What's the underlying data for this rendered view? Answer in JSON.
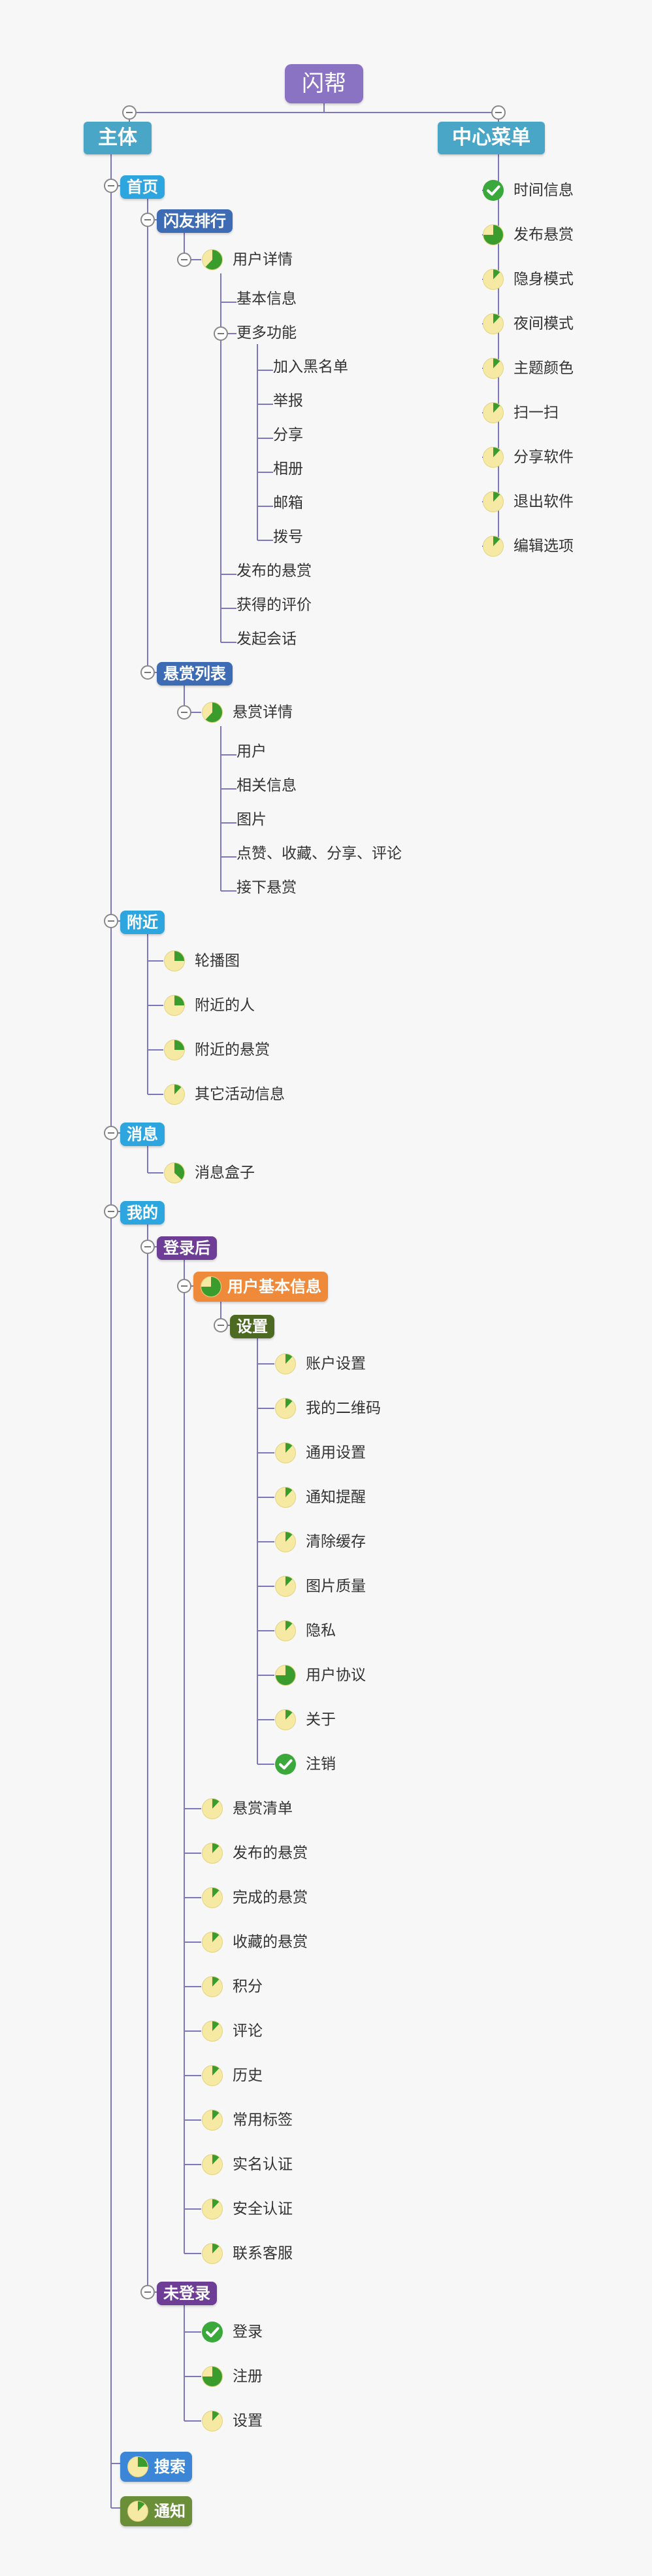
{
  "root": "闪帮",
  "main": {
    "label": "主体"
  },
  "center_menu": {
    "label": "中心菜单",
    "items": [
      {
        "label": "时间信息",
        "icon": "check-icon"
      },
      {
        "label": "发布悬赏",
        "icon": "progress-75-icon"
      },
      {
        "label": "隐身模式",
        "icon": "progress-12-icon"
      },
      {
        "label": "夜间模式",
        "icon": "progress-12-icon"
      },
      {
        "label": "主题颜色",
        "icon": "progress-12-icon"
      },
      {
        "label": "扫一扫",
        "icon": "progress-12-icon"
      },
      {
        "label": "分享软件",
        "icon": "progress-12-icon"
      },
      {
        "label": "退出软件",
        "icon": "progress-12-icon"
      },
      {
        "label": "编辑选项",
        "icon": "progress-12-icon"
      }
    ]
  },
  "home": {
    "label": "首页",
    "friends_rank": {
      "label": "闪友排行",
      "user_detail": {
        "label": "用户详情",
        "icon": "progress-62-icon",
        "basic": "基本信息",
        "more": "更多功能",
        "more_items": [
          "加入黑名单",
          "举报",
          "分享",
          "相册",
          "邮箱",
          "拨号"
        ],
        "posted": "发布的悬赏",
        "reviews": "获得的评价",
        "chat": "发起会话"
      }
    },
    "bounty_list": {
      "label": "悬赏列表",
      "detail": {
        "label": "悬赏详情",
        "icon": "progress-62-icon",
        "items": [
          "用户",
          "相关信息",
          "图片",
          "点赞、收藏、分享、评论",
          "接下悬赏"
        ]
      }
    }
  },
  "nearby": {
    "label": "附近",
    "items": [
      {
        "label": "轮播图",
        "icon": "progress-25-icon"
      },
      {
        "label": "附近的人",
        "icon": "progress-25-icon"
      },
      {
        "label": "附近的悬赏",
        "icon": "progress-25-icon"
      },
      {
        "label": "其它活动信息",
        "icon": "progress-12-icon"
      }
    ]
  },
  "messages": {
    "label": "消息",
    "items": [
      {
        "label": "消息盒子",
        "icon": "progress-37-icon"
      }
    ]
  },
  "mine": {
    "label": "我的",
    "logged_in": {
      "label": "登录后",
      "user_info": {
        "label": "用户基本信息",
        "settings": {
          "label": "设置",
          "items": [
            {
              "label": "账户设置",
              "icon": "progress-12-icon"
            },
            {
              "label": "我的二维码",
              "icon": "progress-12-icon"
            },
            {
              "label": "通用设置",
              "icon": "progress-12-icon"
            },
            {
              "label": "通知提醒",
              "icon": "progress-12-icon"
            },
            {
              "label": "清除缓存",
              "icon": "progress-12-icon"
            },
            {
              "label": "图片质量",
              "icon": "progress-12-icon"
            },
            {
              "label": "隐私",
              "icon": "progress-12-icon"
            },
            {
              "label": "用户协议",
              "icon": "progress-75-icon"
            },
            {
              "label": "关于",
              "icon": "progress-12-icon"
            },
            {
              "label": "注销",
              "icon": "check-icon"
            }
          ]
        }
      },
      "items": [
        {
          "label": "悬赏清单",
          "icon": "progress-12-icon"
        },
        {
          "label": "发布的悬赏",
          "icon": "progress-12-icon"
        },
        {
          "label": "完成的悬赏",
          "icon": "progress-12-icon"
        },
        {
          "label": "收藏的悬赏",
          "icon": "progress-12-icon"
        },
        {
          "label": "积分",
          "icon": "progress-12-icon"
        },
        {
          "label": "评论",
          "icon": "progress-12-icon"
        },
        {
          "label": "历史",
          "icon": "progress-12-icon"
        },
        {
          "label": "常用标签",
          "icon": "progress-12-icon"
        },
        {
          "label": "实名认证",
          "icon": "progress-12-icon"
        },
        {
          "label": "安全认证",
          "icon": "progress-12-icon"
        },
        {
          "label": "联系客服",
          "icon": "progress-12-icon"
        }
      ]
    },
    "logged_out": {
      "label": "未登录",
      "items": [
        {
          "label": "登录",
          "icon": "check-icon"
        },
        {
          "label": "注册",
          "icon": "progress-75-icon"
        },
        {
          "label": "设置",
          "icon": "progress-12-icon"
        }
      ]
    }
  },
  "search": {
    "label": "搜索",
    "icon": "progress-25-icon"
  },
  "notify": {
    "label": "通知",
    "icon": "progress-12-icon"
  },
  "colors": {
    "root": "#8a73c2",
    "main": "#4aa6c6",
    "level1": "#2da6df",
    "level2": "#3d6cb5",
    "purple": "#6e3d96",
    "orange": "#ef8a3a",
    "darkgreen": "#4d6a23",
    "search": "#3b86d6",
    "notify": "#6a8f38",
    "line": "#7d77bf"
  }
}
